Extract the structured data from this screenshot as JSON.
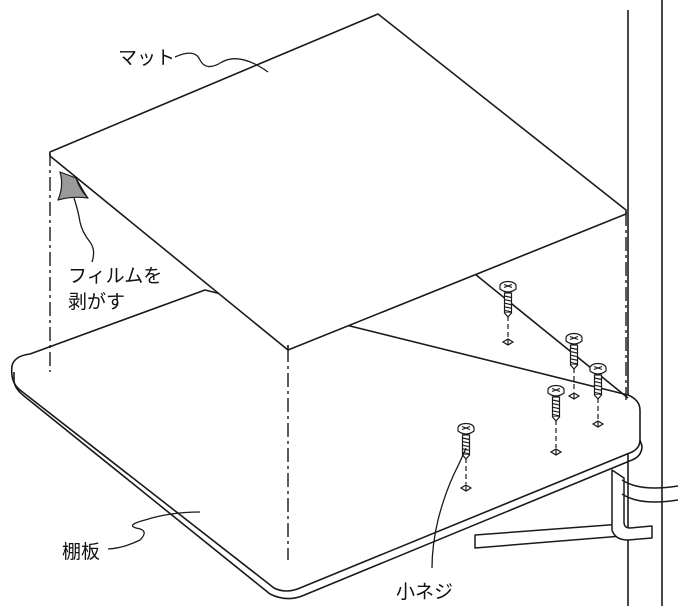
{
  "labels": {
    "mat": "マット",
    "film_line1": "フィルムを",
    "film_line2": "剥がす",
    "shelf": "棚板",
    "screws": "小ネジ"
  },
  "colors": {
    "line": "#1a1a1a",
    "film_shade": "#9a9a9a",
    "background": "#ffffff"
  },
  "screw_count": 5
}
